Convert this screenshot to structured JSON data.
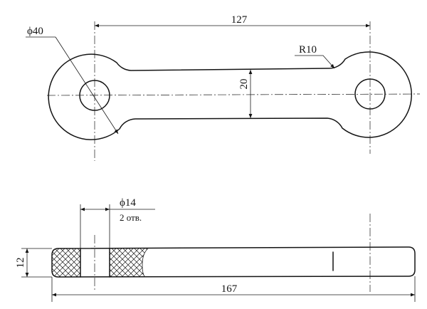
{
  "plan_view": {
    "length_dim": "127",
    "hole_dim": "ϕ40",
    "neck_width_dim": "20",
    "fillet_dim": "R10"
  },
  "side_view": {
    "hole_dim": "ϕ14",
    "hole_count": "2 отв.",
    "thickness_dim": "12",
    "overall_length_dim": "167"
  },
  "colors": {
    "line": "#141414",
    "paper": "#ffffff"
  }
}
